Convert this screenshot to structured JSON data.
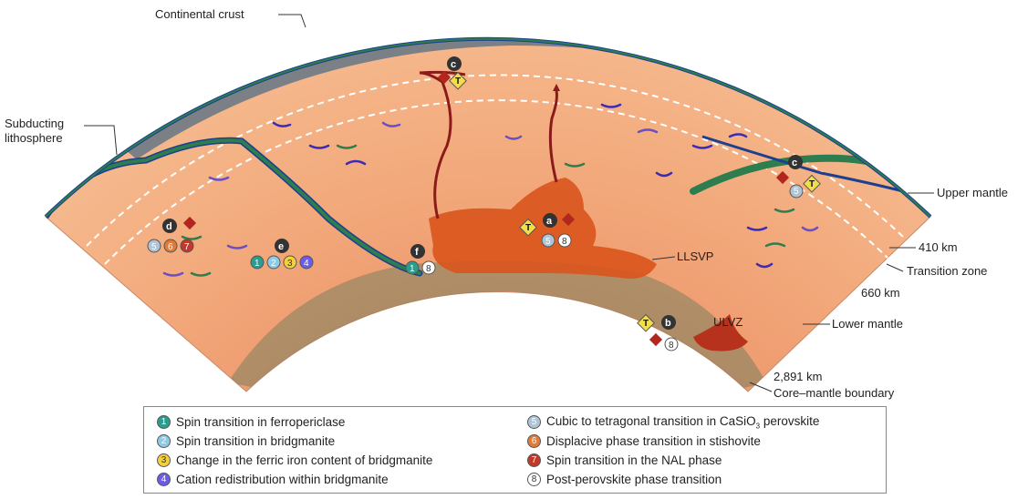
{
  "labels": {
    "continental_crust": "Continental crust",
    "subducting_1": "Subducting",
    "subducting_2": "lithosphere",
    "upper_mantle": "Upper mantle",
    "km410": "410 km",
    "transition_zone": "Transition zone",
    "km660": "660 km",
    "llsvp": "LLSVP",
    "ulvz": "ULVZ",
    "lower_mantle": "Lower mantle",
    "km2891": "2,891 km",
    "cmb": "Core–mantle boundary"
  },
  "markers": {
    "a": "a",
    "b": "b",
    "c": "c",
    "d": "d",
    "e": "e",
    "f": "f",
    "t": "T"
  },
  "legend": {
    "left": [
      {
        "num": "1",
        "text": "Spin transition in ferropericlase",
        "color": "#2a9d8f"
      },
      {
        "num": "2",
        "text": "Spin transition in bridgmanite",
        "color": "#8ecae6"
      },
      {
        "num": "3",
        "text": "Change in the ferric iron content of bridgmanite",
        "color": "#f4d03f"
      },
      {
        "num": "4",
        "text": "Cation redistribution within bridgmanite",
        "color": "#6c5ce7"
      }
    ],
    "right": [
      {
        "num": "5",
        "text_pre": "Cubic to tetragonal transition in CaSiO",
        "sub": "3",
        "text_post": " perovskite",
        "color": "#b0c4d6"
      },
      {
        "num": "6",
        "text": "Displacive phase transition in stishovite",
        "color": "#e07b39"
      },
      {
        "num": "7",
        "text": "Spin transition in the NAL phase",
        "color": "#c0392b"
      },
      {
        "num": "8",
        "text": "Post-perovskite phase transition",
        "color": "#ffffff"
      }
    ]
  },
  "colors": {
    "mantle": "#f0a878",
    "crust": "#7b7f86",
    "slab": "#2e7d4f",
    "slab_edge": "#1c3f8f",
    "llsvp": "#d9541c",
    "diamond": "#b3261e",
    "t_badge": "#f1de4a"
  }
}
